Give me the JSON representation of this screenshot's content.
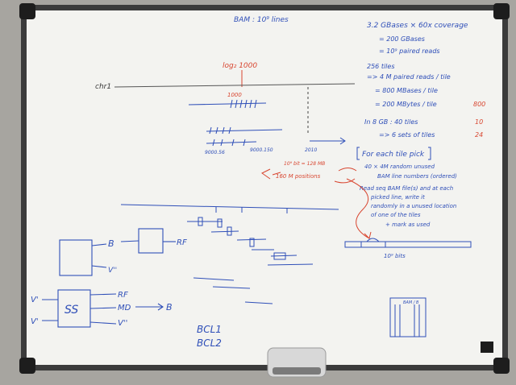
{
  "whiteboard": {
    "header": "BAM : 10⁹ lines",
    "top_right": {
      "line1": "3.2 GBases × 60x coverage",
      "line2": "= 200 GBases",
      "line3": "= 10⁹ paired reads",
      "line4": "256 tiles",
      "line5": "=> 4 M paired reads / tile",
      "line6": "= 800 MBases / tile",
      "line7": "= 200 MBytes / tile",
      "line7_red": "800",
      "line8": "In 8 GB : 40 tiles",
      "line8_red": "10",
      "line9": "=> 6 sets of tiles",
      "line9_red": "24"
    },
    "middle_right": {
      "line1": "For each tile pick",
      "line2": "40 × 4M random unused",
      "line3": "BAM line numbers (ordered)",
      "line4": "Read seq BAM file(s) and at each",
      "line5": "picked line, write it",
      "line6": "randomly in a unused location",
      "line7": "of one of the tiles",
      "line8": "+ mark as used",
      "bits_label": "10⁹ bits"
    },
    "red_notes": {
      "log": "log₂ 1000",
      "bits": "10⁹ bit = 128 MB",
      "positions": "160 M positions"
    },
    "axis": {
      "chr_label": "chr1",
      "tick_1000": "1000",
      "tick_a": "9000.56",
      "tick_b": "9000.150",
      "tick_c": "2010"
    },
    "left_diagram": {
      "b": "B",
      "rf": "RF",
      "v2": "V''",
      "ss": "SS",
      "rf2": "RF",
      "md": "MD",
      "b2": "B",
      "v1a": "V'",
      "v1b": "V'",
      "v2b": "V''"
    },
    "bottom_labels": {
      "bcl1": "BCL1",
      "bcl2": "BCL2"
    },
    "sticky_note": "BAM / B"
  }
}
